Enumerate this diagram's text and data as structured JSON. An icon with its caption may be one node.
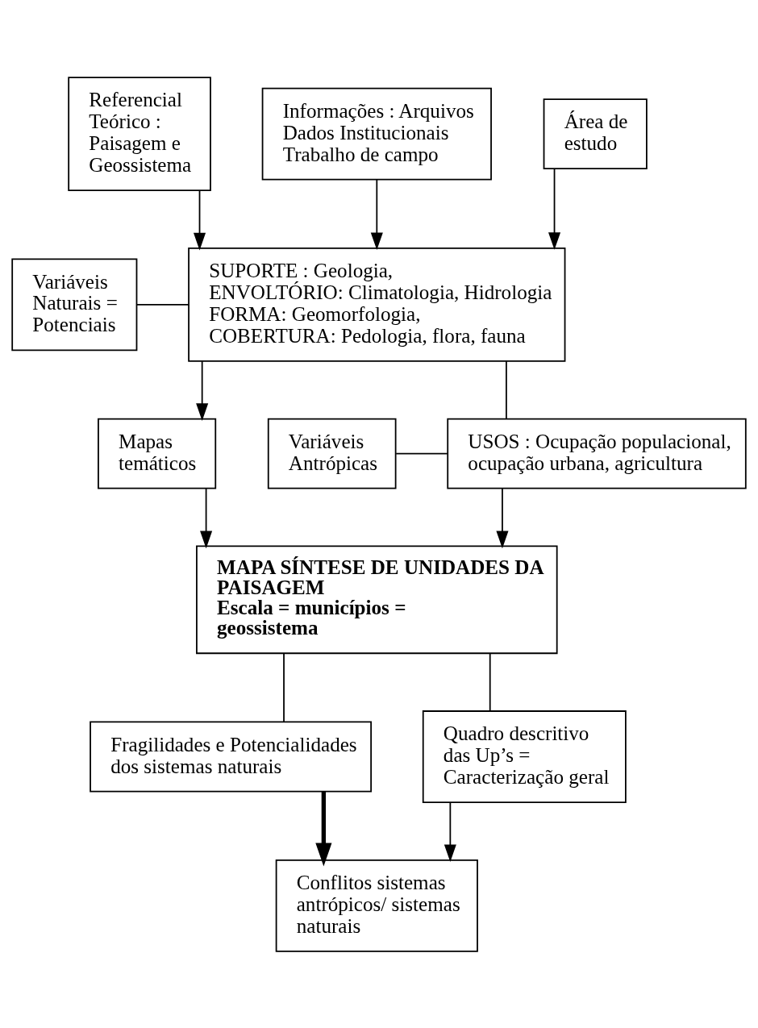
{
  "diagram": {
    "nodes": [
      {
        "text": [
          "Referencial Teórico : Paisagem e Geossistema"
        ]
      },
      {
        "text": [
          "Informações : Arquivos Dados Institucionais Trabalho de campo"
        ]
      },
      {
        "text": [
          "Área de estudo"
        ]
      },
      {
        "text": [
          "Variáveis Naturais = Potenciais"
        ]
      },
      {
        "text": [
          "SUPORTE : Geologia,",
          "ENVOLTÓRIO: Climatologia, Hidrologia",
          "FORMA: Geomorfologia,",
          "COBERTURA: Pedologia, flora, fauna"
        ]
      },
      {
        "text": [
          "Variáveis Antrópicas"
        ]
      },
      {
        "text": [
          "USOS : Ocupação populacional, ocupação urbana, agricultura"
        ]
      },
      {
        "text": [
          "Mapas temáticos"
        ]
      },
      {
        "text": [
          "MAPA SÍNTESE DE UNIDADES DA PAISAGEM",
          "Escala = municípios = geossistema"
        ]
      },
      {
        "text": [
          "Fragilidades e Potencialidades dos sistemas naturais"
        ]
      },
      {
        "text": [
          "Quadro descritivo das Up’s = Caracterização geral"
        ]
      },
      {
        "text": [
          "Conflitos sistemas antrópicos/ sistemas naturais"
        ]
      }
    ],
    "edges": [
      {
        "from": 0,
        "to": 4,
        "arrow": "to"
      },
      {
        "from": 1,
        "to": 4,
        "arrow": "to"
      },
      {
        "from": 2,
        "to": 4,
        "arrow": "to"
      },
      {
        "from": 3,
        "to": 4,
        "arrow": "none"
      },
      {
        "from": 4,
        "to": 6,
        "arrow": "none"
      },
      {
        "from": 5,
        "to": 6,
        "arrow": "none"
      },
      {
        "from": 4,
        "to": 7,
        "arrow": "to"
      },
      {
        "from": 6,
        "to": 8,
        "arrow": "to"
      },
      {
        "from": 7,
        "to": 8,
        "arrow": "to"
      },
      {
        "from": 8,
        "to": 9,
        "arrow": "none"
      },
      {
        "from": 8,
        "to": 10,
        "arrow": "none"
      },
      {
        "from": 9,
        "to": 11,
        "arrow": "to",
        "style": "thick"
      },
      {
        "from": 10,
        "to": 11,
        "arrow": "to"
      }
    ]
  }
}
